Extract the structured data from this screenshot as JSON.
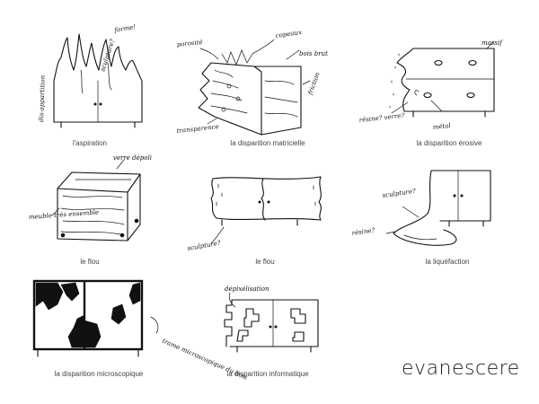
{
  "sketches": [
    {
      "caption": "l'aspiration",
      "annotations": [
        "forme!",
        "sculpture?",
        "dis-appartition"
      ]
    },
    {
      "caption": "la disparition matricielle",
      "annotations": [
        "copeaux",
        "bois brut",
        "friction",
        "porosité",
        "transparence"
      ]
    },
    {
      "caption": "la disparition érosive",
      "annotations": [
        "massif",
        "résine? verre?",
        "métal"
      ]
    },
    {
      "caption": "le flou",
      "annotations": [
        "verre dépoli",
        "meuble très ensemble"
      ]
    },
    {
      "caption": "le flou",
      "annotations": [
        "sculpture?"
      ]
    },
    {
      "caption": "la liquéfaction",
      "annotations": [
        "sculpture?",
        "résine?"
      ]
    },
    {
      "caption": "la disparition microscopique",
      "annotations": [
        "trame microscopique du bois"
      ]
    },
    {
      "caption": "la disparition informatique",
      "annotations": [
        "dépixélisation"
      ]
    }
  ],
  "brand": "evanescere"
}
